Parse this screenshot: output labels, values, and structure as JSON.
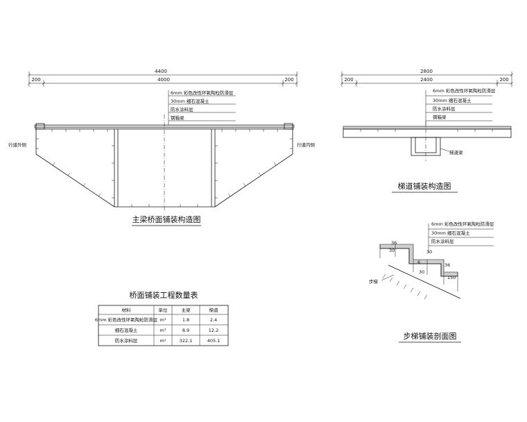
{
  "main_girder": {
    "dim_total": "4400",
    "dim_left": "200",
    "dim_mid": "4000",
    "dim_right": "200",
    "layers": [
      "6mm 彩色改性环氧陶粒防滑层",
      "30mm 细石混凝土",
      "防水涂料层",
      "钢箱梁"
    ],
    "label_left": "行道外侧",
    "label_right": "行道内侧",
    "caption": "主梁桥面铺装构造图"
  },
  "stair_beam": {
    "dim_total": "2800",
    "dim_left": "200",
    "dim_mid": "2400",
    "dim_right": "200",
    "layers": [
      "6mm 彩色改性环氧陶粒防滑层",
      "30mm 细石混凝土",
      "防水涂料层",
      "钢箱梁"
    ],
    "label_beam": "梯道梁",
    "caption": "梯道铺装构造图"
  },
  "stair_section": {
    "layers": [
      "6mm 彩色改性环氧陶粒防滑层",
      "30mm 细石混凝土",
      "防水涂料层"
    ],
    "dims": [
      "30",
      "36",
      "30",
      "6",
      "30",
      "36",
      "150"
    ],
    "label_step": "步梯",
    "caption": "步梯铺装剖面图"
  },
  "quantity_table": {
    "title": "桥面铺装工程数量表",
    "headers": [
      "材料",
      "单位",
      "主梁",
      "梯道"
    ],
    "rows": [
      {
        "material": "6mm 彩色改性环氧陶粒防滑层",
        "unit": "m³",
        "main": "1.8",
        "stair": "2.4"
      },
      {
        "material": "细石混凝土",
        "unit": "m³",
        "main": "8.9",
        "stair": "12.2"
      },
      {
        "material": "防水涂料层",
        "unit": "m²",
        "main": "322.1",
        "stair": "405.1"
      }
    ]
  }
}
